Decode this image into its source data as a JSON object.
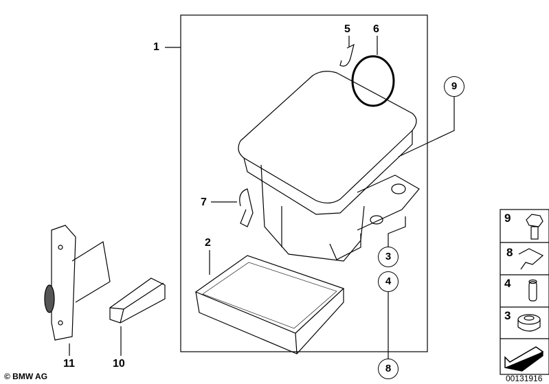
{
  "callouts": {
    "housing": "1",
    "filter": "2",
    "grommet": "3",
    "sleeve": "4",
    "clip": "5",
    "seal_ring": "6",
    "wire_holder": "7",
    "nut_clip": "8",
    "bolt": "9",
    "cover_piece": "10",
    "bracket": "11"
  },
  "legend_panel": {
    "items": [
      {
        "number": "9",
        "part": "bolt"
      },
      {
        "number": "8",
        "part": "nut-clip"
      },
      {
        "number": "4",
        "part": "sleeve"
      },
      {
        "number": "3",
        "part": "grommet"
      }
    ]
  },
  "footer": {
    "copyright": "© BMW AG",
    "diagram_number": "00131916"
  }
}
